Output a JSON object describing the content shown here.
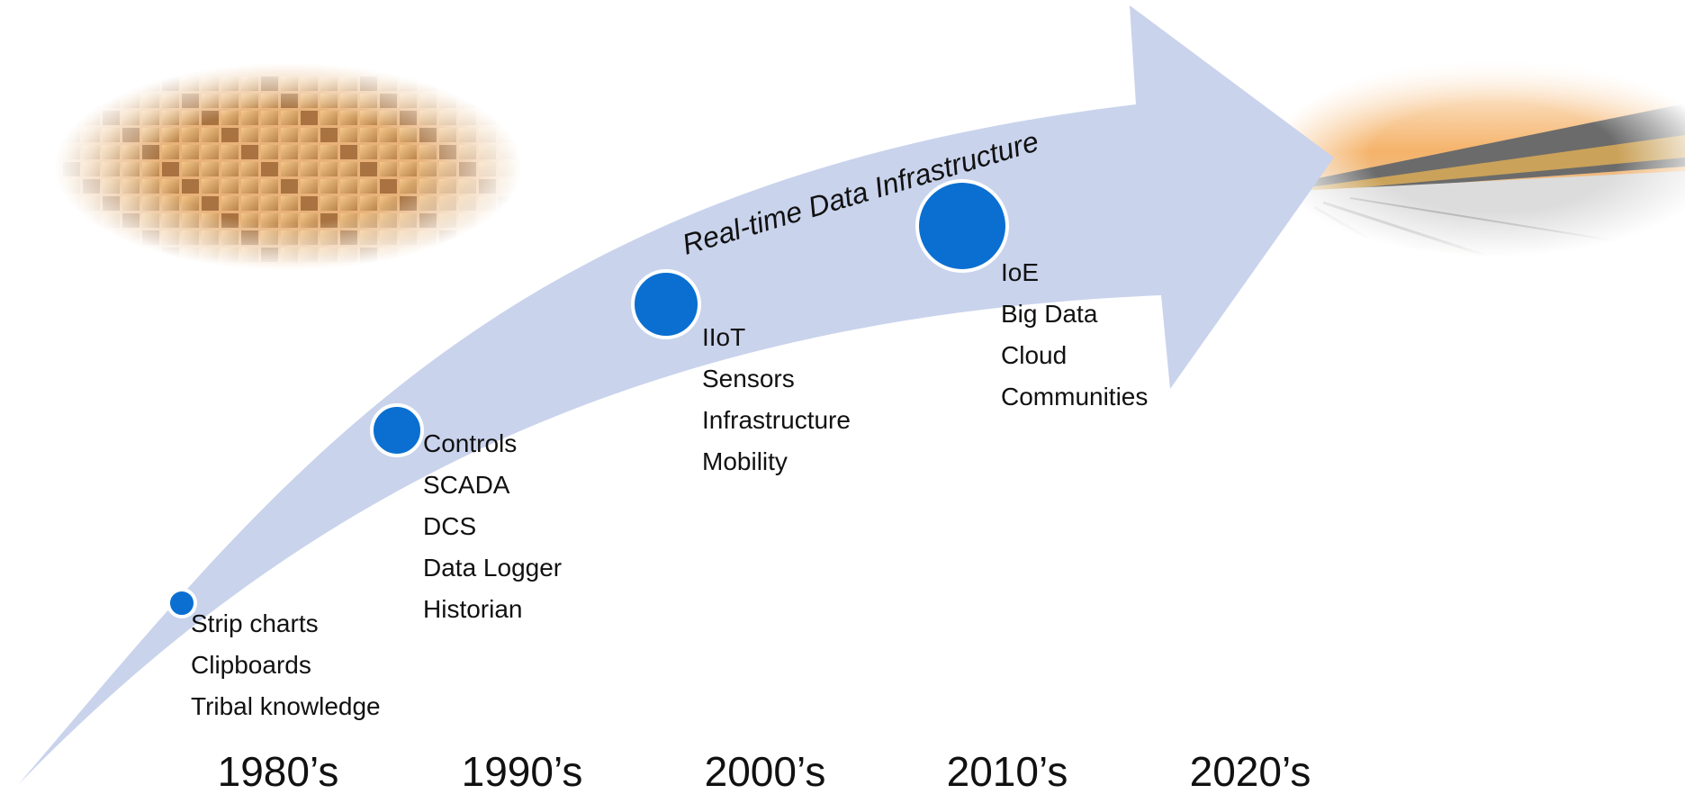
{
  "arrow_label": "Real-time Data Infrastructure",
  "stages": [
    {
      "items": [
        "Strip charts",
        "Clipboards",
        "Tribal knowledge"
      ]
    },
    {
      "items": [
        "Controls",
        "SCADA",
        "DCS",
        "Data Logger",
        "Historian"
      ]
    },
    {
      "items": [
        "IIoT",
        "Sensors",
        "Infrastructure",
        "Mobility"
      ]
    },
    {
      "items": [
        "IoE",
        "Big Data",
        "Cloud",
        "Communities"
      ]
    }
  ],
  "decades": [
    "1980’s",
    "1990’s",
    "2000’s",
    "2010’s",
    "2020’s"
  ],
  "images": [
    "storage-grid-image",
    "freight-train-image"
  ],
  "colors": {
    "arrow": "#c9d3ec",
    "node": "#0a6fd1",
    "node_ring": "#ffffff",
    "text": "#111111"
  }
}
